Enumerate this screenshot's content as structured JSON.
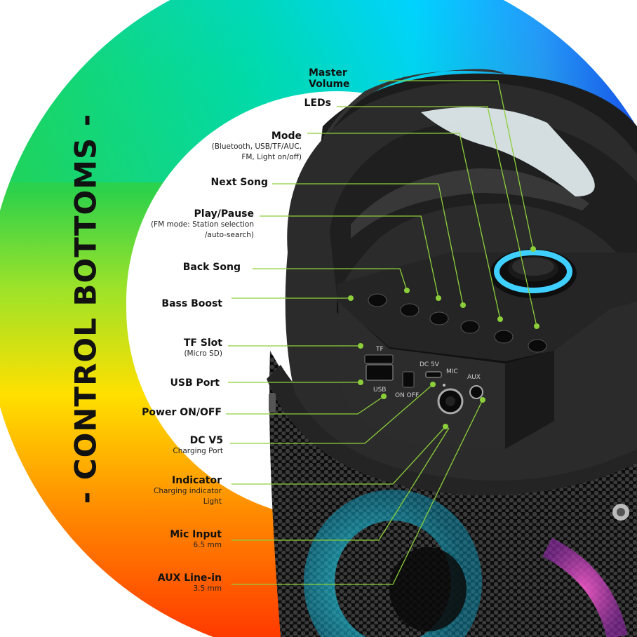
{
  "title": "- CONTROL BOTTOMS -",
  "colors": {
    "callout_line": "#8ccf3a",
    "text": "#111111",
    "speaker_body": "#2a2a2a",
    "led_blue": "#3fd0ff"
  },
  "labels": [
    {
      "title": "Master\nVolume",
      "sub": ""
    },
    {
      "title": "LEDs",
      "sub": ""
    },
    {
      "title": "Mode",
      "sub": "(Bluetooth, USB/TF/AUC,\nFM, Light on/off)"
    },
    {
      "title": "Next Song",
      "sub": ""
    },
    {
      "title": "Play/Pause",
      "sub": "(FM mode: Station selection\n/auto-search)"
    },
    {
      "title": "Back Song",
      "sub": ""
    },
    {
      "title": "Bass Boost",
      "sub": ""
    },
    {
      "title": "TF Slot",
      "sub": "(Micro SD)"
    },
    {
      "title": "USB Port",
      "sub": ""
    },
    {
      "title": "Power ON/OFF",
      "sub": ""
    },
    {
      "title": "DC V5",
      "sub": "Charging Port"
    },
    {
      "title": "Indicator",
      "sub": "Charging indicator\nLight"
    },
    {
      "title": "Mic Input",
      "sub": "6.5 mm"
    },
    {
      "title": "AUX Line-in",
      "sub": "3.5 mm"
    }
  ],
  "panel_markings": {
    "tf": "TF",
    "usb": "USB",
    "on_off": "ON OFF",
    "dc": "DC 5V",
    "mic": "MIC",
    "aux": "AUX"
  }
}
